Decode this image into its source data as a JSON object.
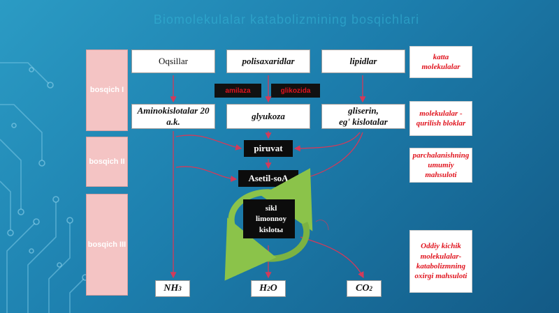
{
  "header": {
    "title": "Biomolekulalar katabolizmining bosqichlari"
  },
  "stages": [
    {
      "label": "bosqich I"
    },
    {
      "label": "bosqich II"
    },
    {
      "label": "bosqich III"
    }
  ],
  "nodes": {
    "proteins": "Oqsillar",
    "polysaccharides": "polisaxaridlar",
    "lipids": "lipidlar",
    "amino_acids": "Aminokislotalar 20 a.k.",
    "glucose": "glyukoza",
    "glycerol": "gliserin,\neg' kislotalar",
    "pyruvate": "piruvat",
    "acetyl_coa": "Asetil-soA",
    "cycle": "sikl\nlimonnoy\nkislotы"
  },
  "enzymes": {
    "left": "amilaza",
    "right": "glikozida"
  },
  "products": {
    "nh3": {
      "base": "NH",
      "sub": "3"
    },
    "h2o": {
      "base": "H",
      "sub": "2",
      "tail": "O"
    },
    "co2": {
      "base": "CO",
      "sub": "2"
    }
  },
  "notes": [
    "katta molekulalar",
    "molekulalar -qurilish bloklar",
    "parchalanishning umumiy mahsuloti",
    "Oddiy kichik molekulalar-katabolizmning oxirgi mahsuloti"
  ],
  "colors": {
    "accent": "#e0141e",
    "arrow": "#d33a5a",
    "cycle": "#8bc34a"
  }
}
